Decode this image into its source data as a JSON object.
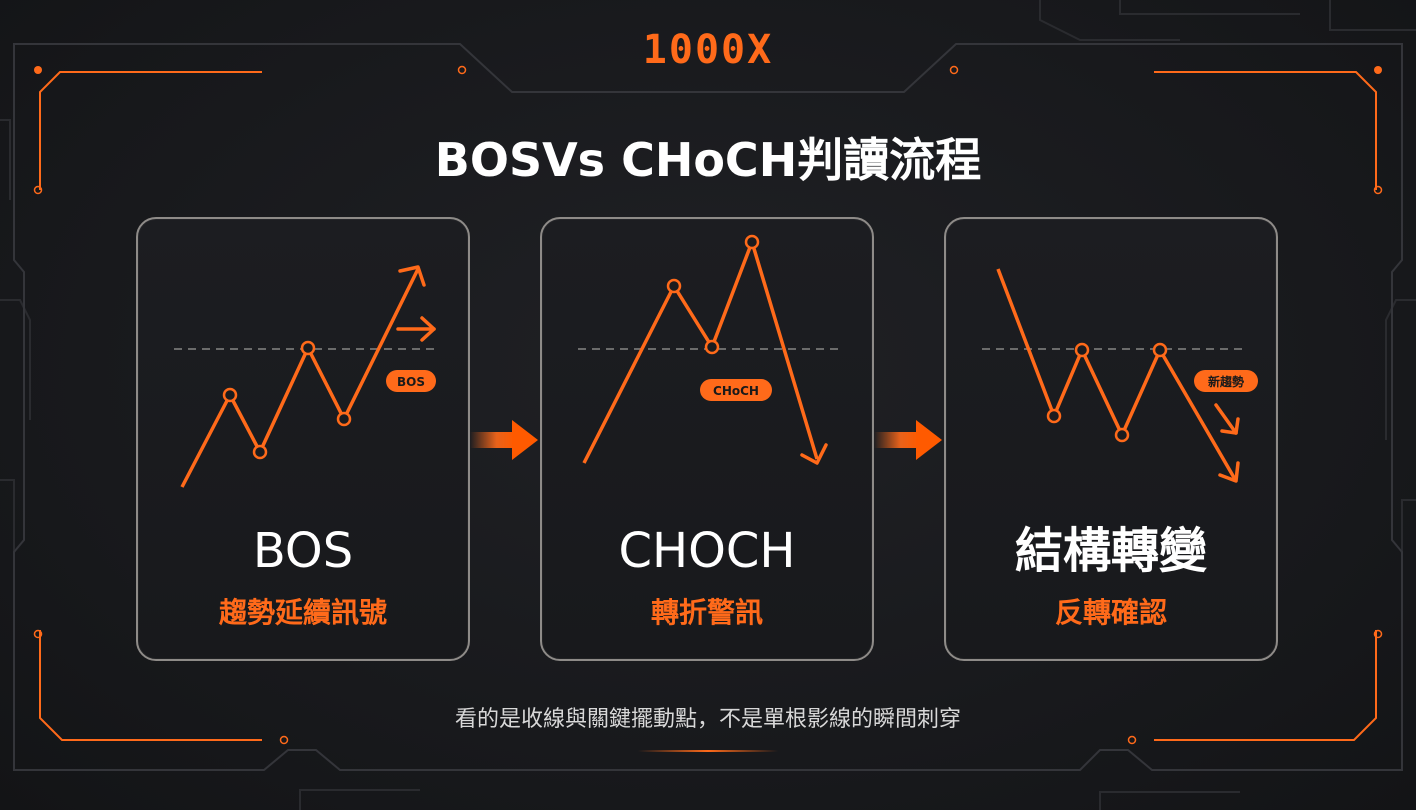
{
  "brand": "1000X",
  "title": "BOSVs CHoCH判讀流程",
  "cards": [
    {
      "name": "BOS",
      "subtitle": "趨勢延續訊號",
      "badge": "BOS"
    },
    {
      "name": "CHOCH",
      "subtitle": "轉折警訊",
      "badge": "CHoCH"
    },
    {
      "name": "結構轉變",
      "subtitle": "反轉確認",
      "badge": "新趨勢"
    }
  ],
  "footnote": "看的是收線與關鍵擺動點，不是單根影線的瞬間刺穿",
  "colors": {
    "accent": "#ff6a1a",
    "background": "#17181b",
    "card_border": "#8e8b88",
    "dashed_level": "#6b6b6b",
    "text": "#ffffff"
  },
  "icons": [
    "right-arrow-icon",
    "down-arrow-icon",
    "flow-arrow-icon"
  ]
}
